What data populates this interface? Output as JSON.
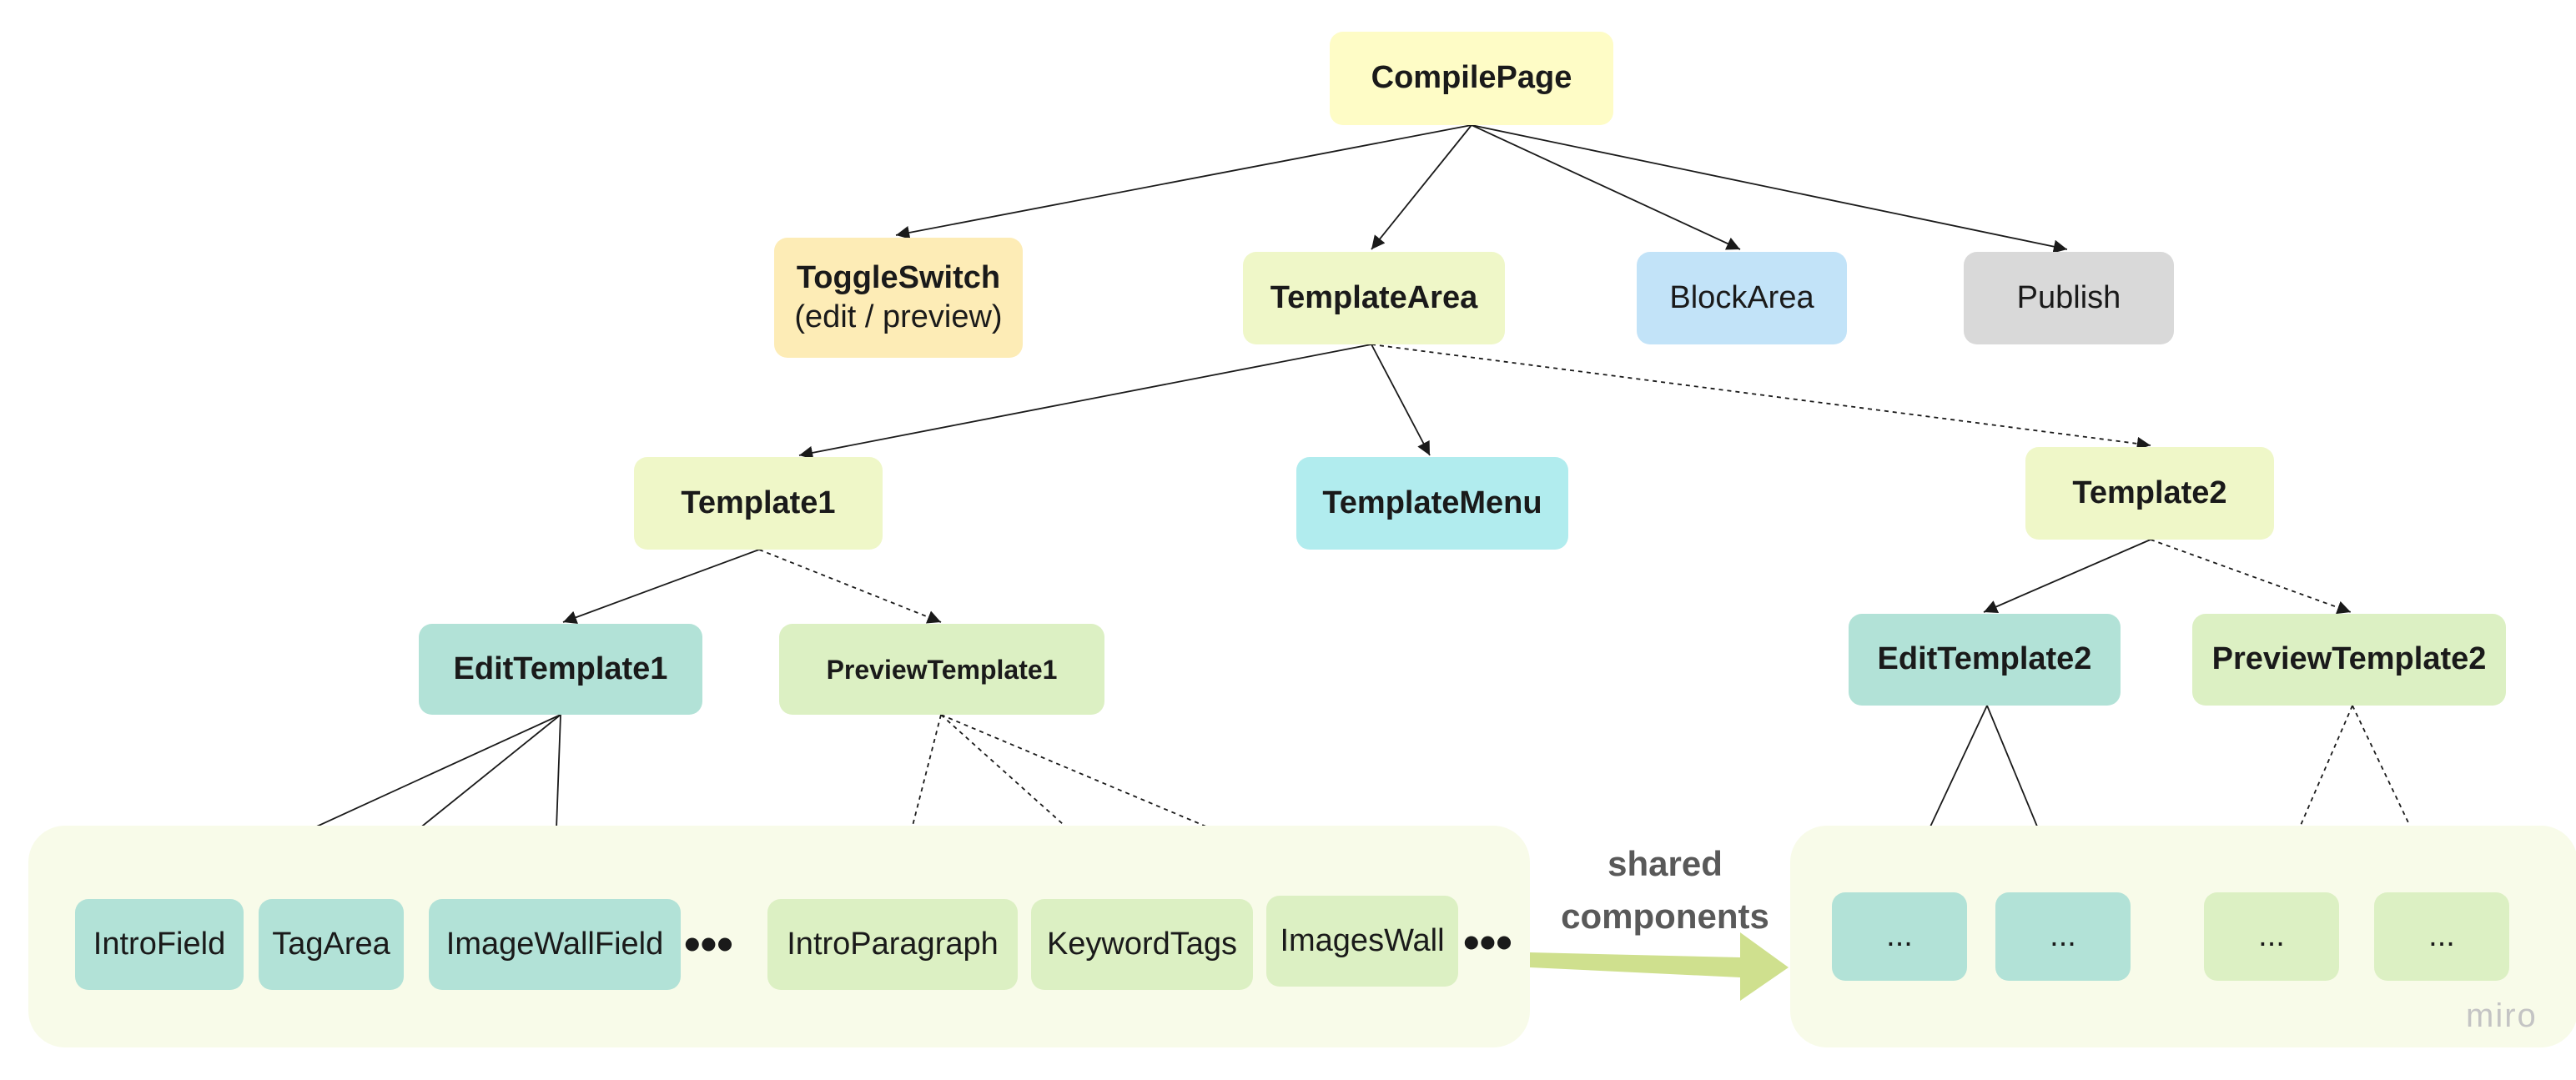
{
  "colors": {
    "yellow": "#fefcc6",
    "orange": "#fdecb6",
    "lime": "#eff7c8",
    "cyan": "#b1ecee",
    "blue": "#c2e3f8",
    "gray": "#d9d9d9",
    "teal": "#b2e2d7",
    "green": "#dcf0c3",
    "arrow": "#cfe08e",
    "group_bg": "#f8fbe9"
  },
  "nodes": {
    "compile_page": "CompilePage",
    "toggle_switch": "ToggleSwitch",
    "toggle_switch_sub": "(edit / preview)",
    "template_area": "TemplateArea",
    "block_area": "BlockArea",
    "publish": "Publish",
    "template1": "Template1",
    "template_menu": "TemplateMenu",
    "template2": "Template2",
    "edit_template1": "EditTemplate1",
    "preview_template1": "PreviewTemplate1",
    "edit_template2": "EditTemplate2",
    "preview_template2": "PreviewTemplate2",
    "intro_field": "IntroField",
    "tag_area": "TagArea",
    "image_wall_field": "ImageWallField",
    "intro_paragraph": "IntroParagraph",
    "keyword_tags": "KeywordTags",
    "images_wall": "ImagesWall",
    "placeholder": "..."
  },
  "ellipsis": "•••",
  "shared_label_line1": "shared",
  "shared_label_line2": "components",
  "watermark": "miro"
}
